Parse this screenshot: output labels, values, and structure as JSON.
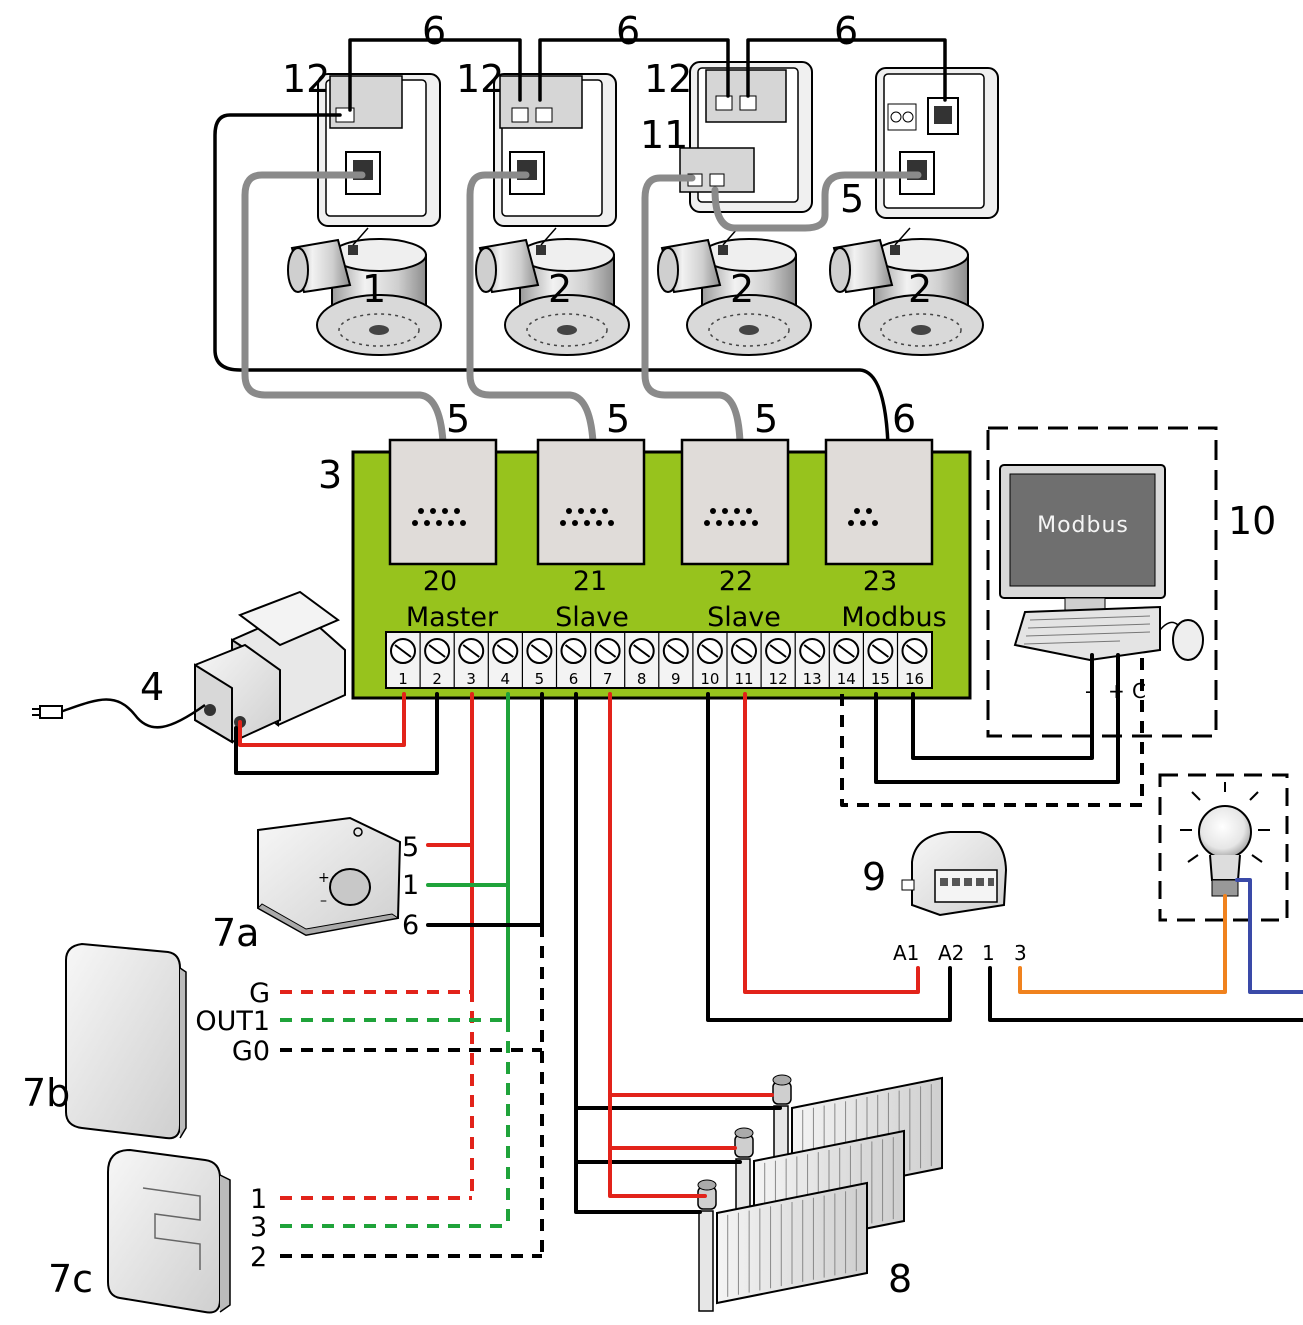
{
  "colors": {
    "board": "#97c31d",
    "red": "#e2231a",
    "green": "#1fa33a",
    "black": "#000000",
    "orange": "#f0821e",
    "blue": "#3a4aa8",
    "gray_cable": "#8a8a8a",
    "port_fill": "#e0dcd9"
  },
  "callouts": {
    "c1": "1",
    "c2a": "2",
    "c2b": "2",
    "c2c": "2",
    "c3": "3",
    "c4": "4",
    "c5a": "5",
    "c5b": "5",
    "c5c": "5",
    "c5d": "5",
    "c6a": "6",
    "c6b": "6",
    "c6c": "6",
    "c6d": "6",
    "c7a": "7a",
    "c7b": "7b",
    "c7c": "7c",
    "c8": "8",
    "c9": "9",
    "c10": "10",
    "c11": "11",
    "c12a": "12",
    "c12b": "12",
    "c12c": "12"
  },
  "ports": [
    {
      "number": "20",
      "label": "Master"
    },
    {
      "number": "21",
      "label": "Slave"
    },
    {
      "number": "22",
      "label": "Slave"
    },
    {
      "number": "23",
      "label": "Modbus"
    }
  ],
  "terminals": [
    "1",
    "2",
    "3",
    "4",
    "5",
    "6",
    "7",
    "8",
    "9",
    "10",
    "11",
    "12",
    "13",
    "14",
    "15",
    "16"
  ],
  "computer": {
    "screen_text": "Modbus",
    "minus": "-",
    "plus": "+",
    "c": "C"
  },
  "device_7a": {
    "pins": [
      "5",
      "1",
      "6"
    ]
  },
  "device_7b": {
    "pins": [
      "G",
      "OUT1",
      "G0"
    ]
  },
  "device_7c": {
    "pins": [
      "1",
      "3",
      "2"
    ]
  },
  "relay_9": {
    "pins": [
      "A1",
      "A2",
      "1",
      "3"
    ]
  }
}
